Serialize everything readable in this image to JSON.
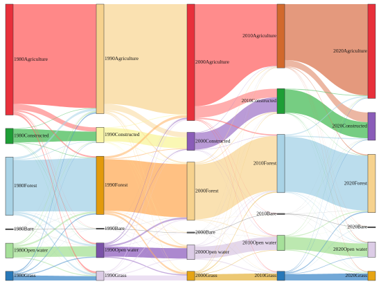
{
  "years": [
    "1980",
    "1990",
    "2000",
    "2010",
    "2020"
  ],
  "categories": [
    "Agriculture",
    "Constructed",
    "Forest",
    "Bare",
    "Open water",
    "Grass"
  ],
  "node_labels": [
    [
      "1980Agriculture",
      "1980Constructed",
      "1980Forest",
      "1980Bare",
      "1980Open water",
      "1980Grass"
    ],
    [
      "1990Agriculture",
      "1990Constructed",
      "1990Forest",
      "1990Bare",
      "1990Open water",
      "1990Grass"
    ],
    [
      "2000Agriculture",
      "2000Constructed",
      "2000Forest",
      "2000Bare",
      "2000Open water",
      "2000Grass"
    ],
    [
      "2010Agriculture",
      "2010Constructed",
      "2010Forest",
      "2010Bare",
      "2010Open water",
      "2010Grass"
    ],
    [
      "2020Agriculture",
      "2020Constructed",
      "2020Forest",
      "2020Bare",
      "2020Open water",
      "2020Grass"
    ]
  ],
  "node_values": [
    [
      40,
      5.5,
      21,
      0.4,
      5.3,
      3.3
    ],
    [
      39.5,
      5.5,
      21,
      0.4,
      5.3,
      3.3
    ],
    [
      42,
      6.5,
      21,
      0.4,
      5.3,
      3.3
    ],
    [
      23,
      9,
      21,
      0.4,
      5.5,
      3.3
    ],
    [
      34,
      10,
      21,
      0.4,
      5.5,
      3.3
    ]
  ],
  "node_colors": [
    [
      "#e8303b",
      "#1e9e36",
      "#a9d3e6",
      "#666666",
      "#a6e09a",
      "#2878b8"
    ],
    [
      "#f6d28e",
      "#f8f4a4",
      "#e29a0c",
      "#666666",
      "#7a52a8",
      "#dccce6"
    ],
    [
      "#e8303b",
      "#8a5cb8",
      "#f6d28e",
      "#666666",
      "#dccce6",
      "#e6a414"
    ],
    [
      "#d2692c",
      "#1e9e36",
      "#a9d3e6",
      "#666666",
      "#a6e09a",
      "#2878b8"
    ],
    [
      "#e8303b",
      "#8a5cb8",
      "#f6d28e",
      "#666666",
      "#dccce6",
      "#e6a414"
    ]
  ],
  "band_colors": [
    [
      "#ff6666",
      "#4fbf5f",
      "#a8d4e8",
      "#999999",
      "#a9e29a",
      "#4a8fcc"
    ],
    [
      "#f9d99b",
      "#f9f59f",
      "#ffb060",
      "#999999",
      "#9567c2",
      "#e6d6ee"
    ],
    [
      "#ff6b6b",
      "#a77fcc",
      "#f9d99b",
      "#999999",
      "#dccce6",
      "#e7b84c"
    ],
    [
      "#dc7c58",
      "#4fbf5f",
      "#a8d4e8",
      "#999999",
      "#a9e29a",
      "#4a8fcc"
    ]
  ],
  "transitions": [
    [
      [
        36,
        2.2,
        0.5,
        0.1,
        0.4,
        0.8
      ],
      [
        0.2,
        4.8,
        0.2,
        0.1,
        0.1,
        0.1
      ],
      [
        0.8,
        0.3,
        18.5,
        0.1,
        0.6,
        0.7
      ],
      [
        0.05,
        0.05,
        0.05,
        0.15,
        0.05,
        0.05
      ],
      [
        0.4,
        0.3,
        0.6,
        0.05,
        3.6,
        0.35
      ],
      [
        0.5,
        0.2,
        0.4,
        0.05,
        0.35,
        1.8
      ]
    ],
    [
      [
        36,
        2.2,
        0.5,
        0.1,
        0.4,
        0.3
      ],
      [
        0.2,
        4.8,
        0.2,
        0.1,
        0.1,
        0.1
      ],
      [
        0.8,
        0.3,
        18.5,
        0.1,
        0.6,
        0.7
      ],
      [
        0.05,
        0.05,
        0.05,
        0.15,
        0.05,
        0.05
      ],
      [
        0.4,
        0.3,
        0.6,
        0.05,
        3.6,
        0.35
      ],
      [
        0.5,
        0.2,
        0.4,
        0.05,
        0.35,
        1.8
      ]
    ],
    [
      [
        32,
        3.6,
        0.4,
        0.1,
        0.2,
        0.2
      ],
      [
        0.2,
        6,
        0.1,
        0.05,
        0.1,
        0.05
      ],
      [
        0.4,
        0.4,
        19.4,
        0.05,
        0.2,
        0.1
      ],
      [
        0.05,
        0.05,
        0.05,
        0.15,
        0.05,
        0.05
      ],
      [
        0.2,
        0.1,
        0.3,
        0.02,
        4.4,
        0.3
      ],
      [
        0.2,
        0.2,
        0.4,
        0.05,
        0.2,
        2.3
      ]
    ],
    [
      [
        32,
        3.6,
        0.4,
        0.1,
        0.2,
        0.2
      ],
      [
        0.2,
        6,
        0.1,
        0.05,
        0.1,
        0.05
      ],
      [
        0.4,
        0.4,
        19.4,
        0.05,
        0.2,
        0.1
      ],
      [
        0.05,
        0.05,
        0.05,
        0.15,
        0.05,
        0.05
      ],
      [
        0.2,
        0.1,
        0.3,
        0.02,
        4.4,
        0.3
      ],
      [
        0.2,
        0.2,
        0.4,
        0.05,
        0.2,
        2.3
      ]
    ]
  ]
}
